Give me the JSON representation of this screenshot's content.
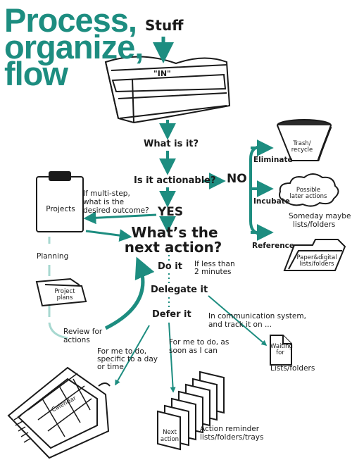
{
  "title": {
    "line1": "Process,",
    "line2": "organize,",
    "line3": "flow"
  },
  "colors": {
    "teal": "#1d8d80",
    "light_teal": "#a7d8d0",
    "ink": "#1a1a1a"
  },
  "icons": {
    "inbox": "inbox-tray-icon",
    "trash": "trash-can-icon",
    "cloud": "cloud-icon",
    "folder": "folder-icon",
    "clipboard": "clipboard-icon",
    "calendar": "calendar-icon",
    "document": "document-icon",
    "trays": "stacked-folders-icon"
  },
  "nodes": {
    "stuff": "Stuff",
    "in_label": "\"IN\"",
    "what_is_it": "What is it?",
    "is_actionable": "Is it actionable?",
    "no": "NO",
    "yes": "YES",
    "next_action_1": "What’s the",
    "next_action_2": "next action?",
    "do_it": "Do it",
    "delegate_it": "Delegate it",
    "defer_it": "Defer it"
  },
  "outcomes": {
    "eliminate": "Eliminate",
    "trash_1": "Trash/",
    "trash_2": "recycle",
    "incubate": "Incubate",
    "possible_1": "Possible",
    "possible_2": "later actions",
    "someday_1": "Someday maybe",
    "someday_2": "lists/folders",
    "reference": "Reference",
    "paper_1": "Paper&digital",
    "paper_2": "lists/folders"
  },
  "left": {
    "projects": "Projects",
    "multistep_1": "If multi-step,",
    "multistep_2": "what is the",
    "multistep_3": "desired outcome?",
    "planning": "Planning",
    "project_plans_1": "Project",
    "project_plans_2": "plans",
    "review_1": "Review for",
    "review_2": "actions"
  },
  "annotations": {
    "less_than_1": "If less than",
    "less_than_2": "2 minutes",
    "comm_1": "In communication system,",
    "comm_2": "and track it on ...",
    "waiting_1": "Waiting",
    "waiting_2": "for",
    "lists_folders": "Lists/folders",
    "specific_1": "For me to do,",
    "specific_2": "specific to a day",
    "specific_3": "or time",
    "soon_1": "For me to do, as",
    "soon_2": "soon as I can",
    "calendar": "Calendar",
    "next_action_doc_1": "Next",
    "next_action_doc_2": "action",
    "action_reminder_1": "Action reminder",
    "action_reminder_2": "lists/folders/trays"
  }
}
